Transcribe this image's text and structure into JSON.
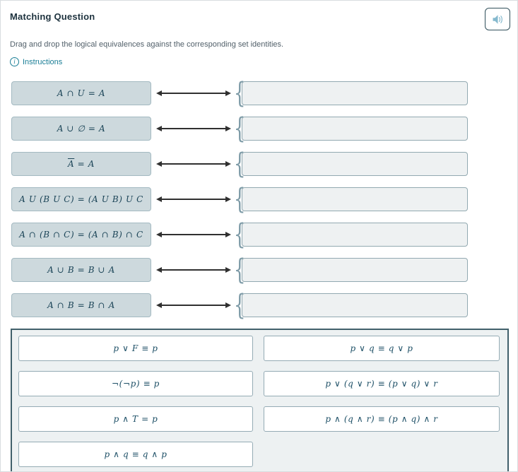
{
  "header": {
    "title": "Matching Question",
    "audio_icon": "speaker-icon"
  },
  "prompt": "Drag and drop the logical equivalences against the corresponding set identities.",
  "instructions": {
    "icon": "info-icon",
    "label": "Instructions"
  },
  "decor": {
    "brace": "{"
  },
  "pairs": [
    {
      "identity": "A ∩ U = A"
    },
    {
      "identity": "A ∪ ∅ = A"
    },
    {
      "identity_overline": "A",
      "identity_rest": " = A"
    },
    {
      "identity": "A U (B U C) = (A U B) U C"
    },
    {
      "identity": "A ∩ (B ∩ C) = (A ∩ B) ∩ C"
    },
    {
      "identity": "A ∪ B = B ∪ A"
    },
    {
      "identity": "A ∩ B = B ∩ A"
    }
  ],
  "options": [
    "p ∨ F ≡ p",
    "p ∨ q ≡ q ∨ p",
    "¬(¬p) ≡ p",
    "p ∨ (q ∨ r) ≡ (p ∨ q) ∨ r",
    "p ∧ T = p",
    "p ∧ (q ∧ r) ≡ (p ∧ q) ∧ r",
    "p ∧ q ≡ q ∧ p"
  ],
  "colors": {
    "accent_teal": "#1a7e96",
    "identity_box_bg": "#cdd9dd",
    "identity_box_border": "#a3b9c1",
    "dropzone_bg": "#eef1f2",
    "dropzone_border": "#92a9b1",
    "options_panel_border": "#41606b",
    "options_panel_bg": "#edf1f2",
    "math_text": "#1c4558",
    "arrow": "#303030",
    "speaker_icon": "#85b9ce"
  }
}
